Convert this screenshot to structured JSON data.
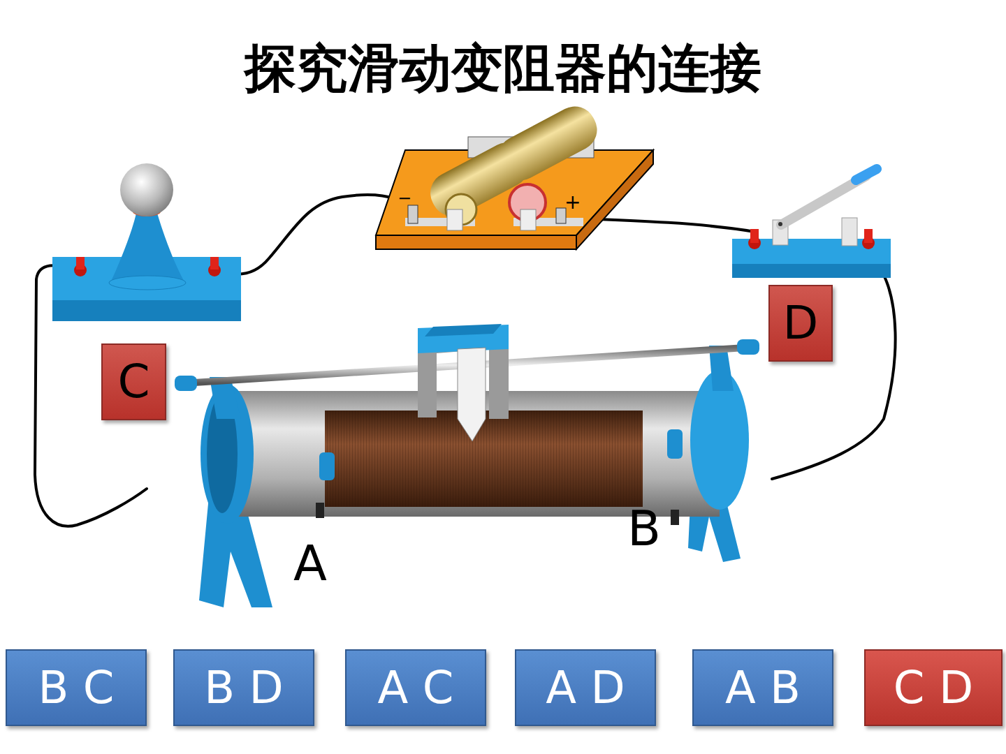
{
  "diagram": {
    "title": "探究滑动变阻器的连接",
    "nodes": [
      {
        "text": [
          "C"
        ]
      },
      {
        "text": [
          "D"
        ]
      },
      {
        "text": [
          "B C"
        ]
      },
      {
        "text": [
          "B D"
        ]
      },
      {
        "text": [
          "A C"
        ]
      },
      {
        "text": [
          "A D"
        ]
      },
      {
        "text": [
          "A B"
        ]
      },
      {
        "text": [
          "C D"
        ]
      }
    ],
    "labels": [
      "−",
      "+",
      "A",
      "B"
    ]
  }
}
